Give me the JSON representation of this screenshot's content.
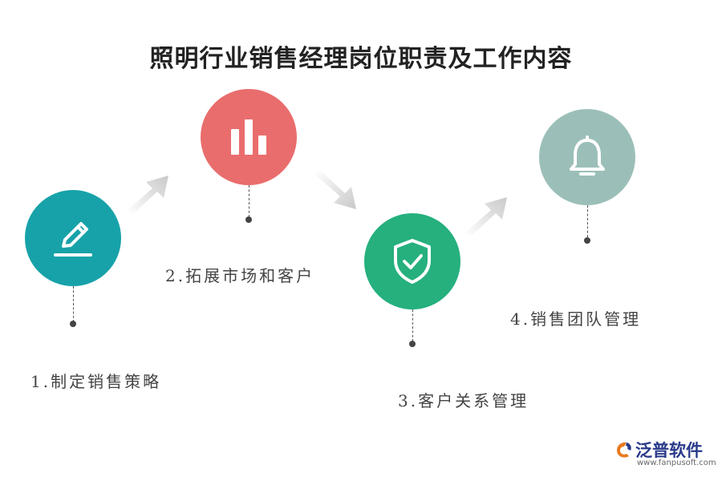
{
  "title": "照明行业销售经理岗位职责及工作内容",
  "steps": [
    {
      "label": "1.制定销售策略",
      "icon": "pencil-icon",
      "color": "#17a2a9"
    },
    {
      "label": "2.拓展市场和客户",
      "icon": "bar-chart-icon",
      "color": "#ea6d6d"
    },
    {
      "label": "3.客户关系管理",
      "icon": "shield-check-icon",
      "color": "#25b07e"
    },
    {
      "label": "4.销售团队管理",
      "icon": "bell-icon",
      "color": "#9bbfb8"
    }
  ],
  "logo": {
    "name": "泛普软件",
    "url": "www.fanpusoft.com"
  }
}
